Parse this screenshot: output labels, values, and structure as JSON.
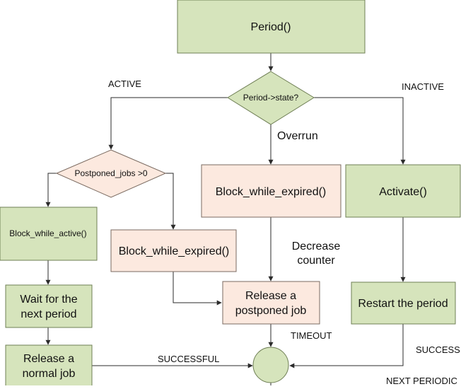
{
  "colors": {
    "green_fill": "#d6e4bc",
    "green_stroke": "#6f7f55",
    "peach_fill": "#fce9df",
    "peach_stroke": "#7a6a60",
    "line": "#2b2b2b",
    "terminal_fill": "#d6e4bc"
  },
  "nodes": {
    "period": "Period()",
    "state_decision": "Period->state?",
    "postponed_decision": "Postponed_jobs >0",
    "block_active": "Block_while_active()",
    "block_expired_left": "Block_while_expired()",
    "block_expired_mid": "Block_while_expired()",
    "activate": "Activate()",
    "wait_line1": "Wait for the",
    "wait_line2": "next period",
    "release_normal_line1": "Release a",
    "release_normal_line2": "normal job",
    "release_postponed_line1": "Release a",
    "release_postponed_line2": "postponed job",
    "restart": "Restart the period"
  },
  "labels": {
    "active": "ACTIVE",
    "inactive": "INACTIVE",
    "overrun": "Overrun",
    "decrease_line1": "Decrease",
    "decrease_line2": "counter",
    "timeout": "TIMEOUT",
    "successful_left": "SUCCESSFUL",
    "successful_right": "SUCCESS",
    "next_periodic": "NEXT PERIODIC"
  }
}
